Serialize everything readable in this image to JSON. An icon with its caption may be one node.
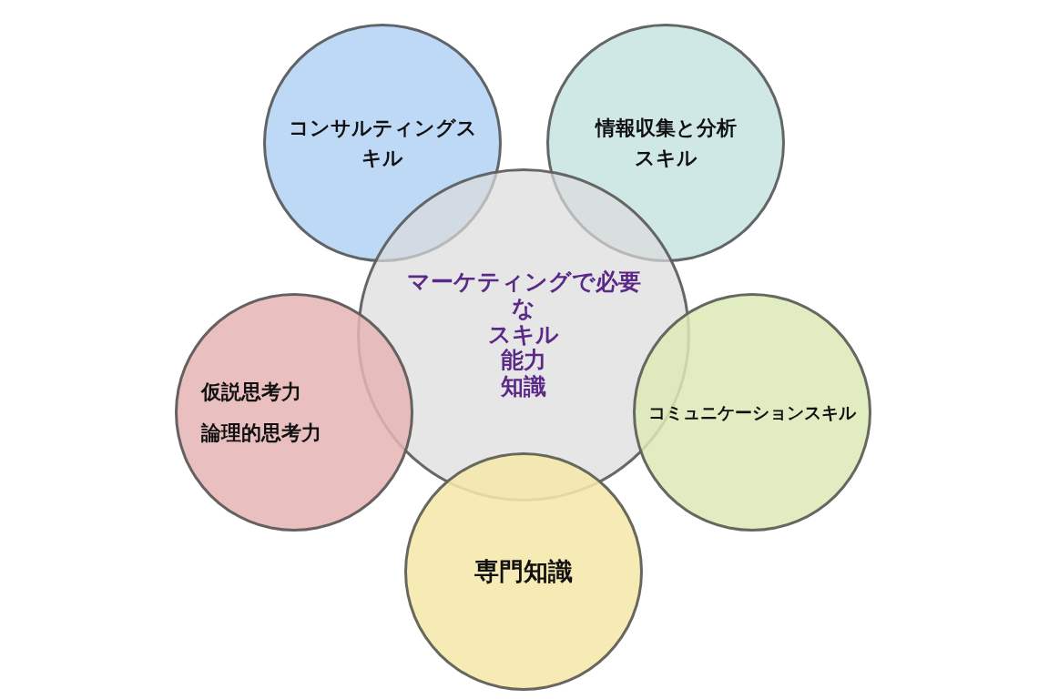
{
  "diagram": {
    "nodes": [
      {
        "text": [
          "コンサルティングスキル"
        ]
      },
      {
        "text": [
          "情報収集と分析スキル"
        ]
      },
      {
        "text": [
          "マーケティングで必要な",
          "スキル",
          "能力",
          "知識"
        ]
      },
      {
        "text": [
          "仮説思考力",
          "論理的思考力"
        ]
      },
      {
        "text": [
          "コミュニケーションスキル"
        ]
      },
      {
        "text": [
          "専門知識"
        ]
      }
    ],
    "edges": []
  }
}
